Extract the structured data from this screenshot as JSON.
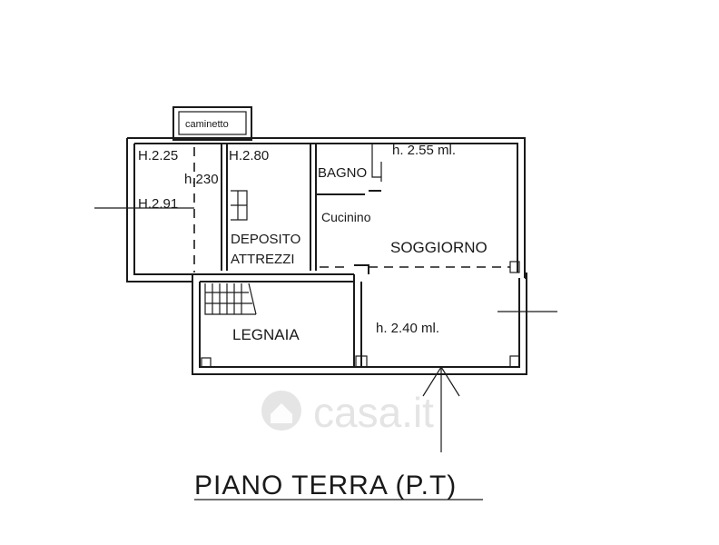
{
  "labels": {
    "caminetto": "caminetto",
    "h225": "H.2.25",
    "h280": "H.2.80",
    "h230": "h.230",
    "h291": "H.2.91",
    "deposito": "DEPOSITO",
    "attrezzi": "ATTREZZI",
    "bagno": "BAGNO",
    "h255": "h. 2.55 ml.",
    "cucinino": "Cucinino",
    "soggiorno": "SOGGIORNO",
    "legnaia": "LEGNAIA",
    "h240": "h. 2.40 ml."
  },
  "title": "PIANO TERRA (P.T)",
  "watermark": "casa.it",
  "colors": {
    "ink": "#1a1a1a",
    "watermark": "#cfcfcf"
  }
}
